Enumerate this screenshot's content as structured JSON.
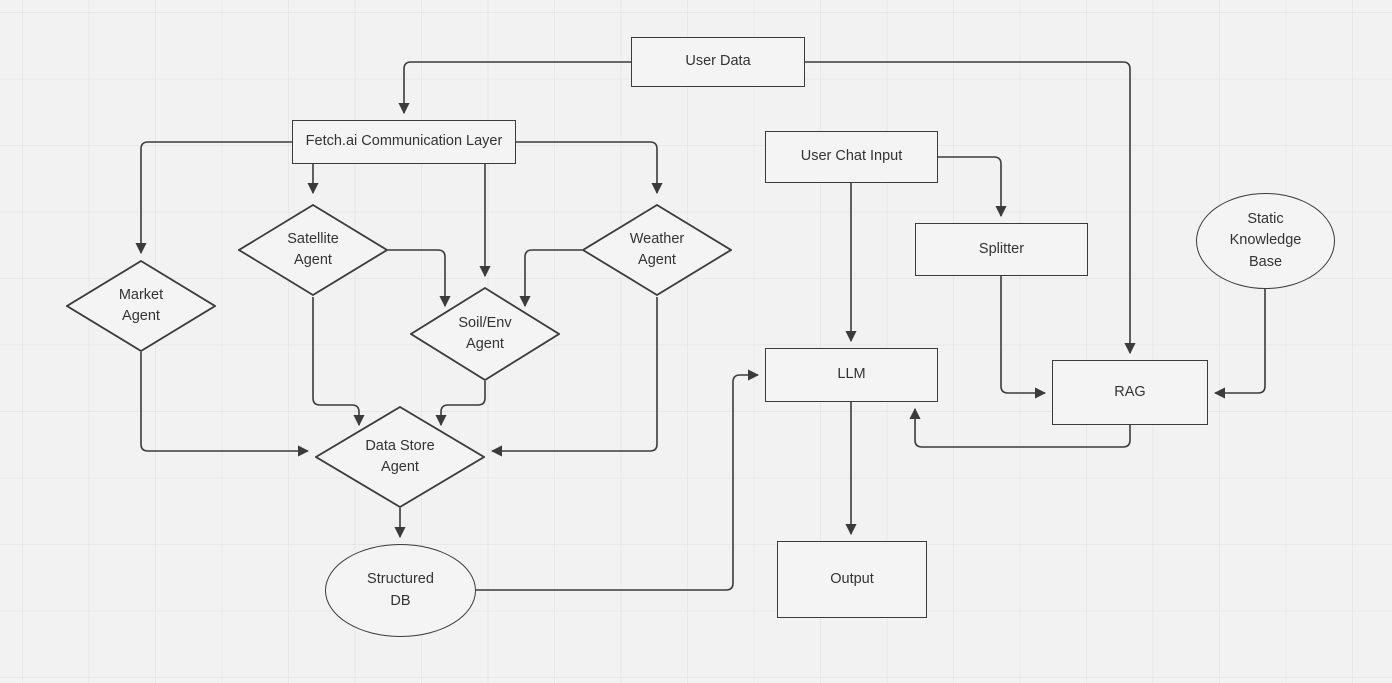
{
  "diagram": {
    "title": "Agent Data Pipeline with RAG Flowchart",
    "background_color": "#f2f2f2",
    "stroke_color": "#3b3b3b",
    "text_color": "#333333",
    "grid": "on"
  },
  "nodes": {
    "user_data": {
      "label": "User Data",
      "shape": "rectangle"
    },
    "fetch_ai_layer": {
      "label": "Fetch.ai Communication Layer",
      "shape": "rectangle"
    },
    "market_agent": {
      "label": "Market\nAgent",
      "shape": "diamond"
    },
    "satellite_agent": {
      "label": "Satellite\nAgent",
      "shape": "diamond"
    },
    "soil_env_agent": {
      "label": "Soil/Env\nAgent",
      "shape": "diamond"
    },
    "weather_agent": {
      "label": "Weather\nAgent",
      "shape": "diamond"
    },
    "data_store_agent": {
      "label": "Data Store\nAgent",
      "shape": "diamond"
    },
    "structured_db": {
      "label": "Structured\nDB",
      "shape": "ellipse"
    },
    "user_chat_input": {
      "label": "User Chat Input",
      "shape": "rectangle"
    },
    "splitter": {
      "label": "Splitter",
      "shape": "rectangle"
    },
    "static_knowledge_base": {
      "label": "Static\nKnowledge\nBase",
      "shape": "ellipse"
    },
    "rag": {
      "label": "RAG",
      "shape": "rectangle"
    },
    "llm": {
      "label": "LLM",
      "shape": "rectangle"
    },
    "output": {
      "label": "Output",
      "shape": "rectangle"
    }
  },
  "edges": [
    {
      "from": "user_data",
      "to": "fetch_ai_layer",
      "label": ""
    },
    {
      "from": "user_data",
      "to": "rag",
      "label": ""
    },
    {
      "from": "fetch_ai_layer",
      "to": "market_agent",
      "label": ""
    },
    {
      "from": "fetch_ai_layer",
      "to": "satellite_agent",
      "label": ""
    },
    {
      "from": "fetch_ai_layer",
      "to": "soil_env_agent",
      "label": ""
    },
    {
      "from": "fetch_ai_layer",
      "to": "weather_agent",
      "label": ""
    },
    {
      "from": "satellite_agent",
      "to": "soil_env_agent",
      "label": ""
    },
    {
      "from": "weather_agent",
      "to": "soil_env_agent",
      "label": ""
    },
    {
      "from": "market_agent",
      "to": "data_store_agent",
      "label": ""
    },
    {
      "from": "satellite_agent",
      "to": "data_store_agent",
      "label": ""
    },
    {
      "from": "soil_env_agent",
      "to": "data_store_agent",
      "label": ""
    },
    {
      "from": "weather_agent",
      "to": "data_store_agent",
      "label": ""
    },
    {
      "from": "data_store_agent",
      "to": "structured_db",
      "label": ""
    },
    {
      "from": "structured_db",
      "to": "llm",
      "label": ""
    },
    {
      "from": "user_chat_input",
      "to": "llm",
      "label": ""
    },
    {
      "from": "user_chat_input",
      "to": "splitter",
      "label": ""
    },
    {
      "from": "splitter",
      "to": "rag",
      "label": ""
    },
    {
      "from": "static_knowledge_base",
      "to": "rag",
      "label": ""
    },
    {
      "from": "rag",
      "to": "llm",
      "label": ""
    },
    {
      "from": "llm",
      "to": "output",
      "label": ""
    }
  ]
}
